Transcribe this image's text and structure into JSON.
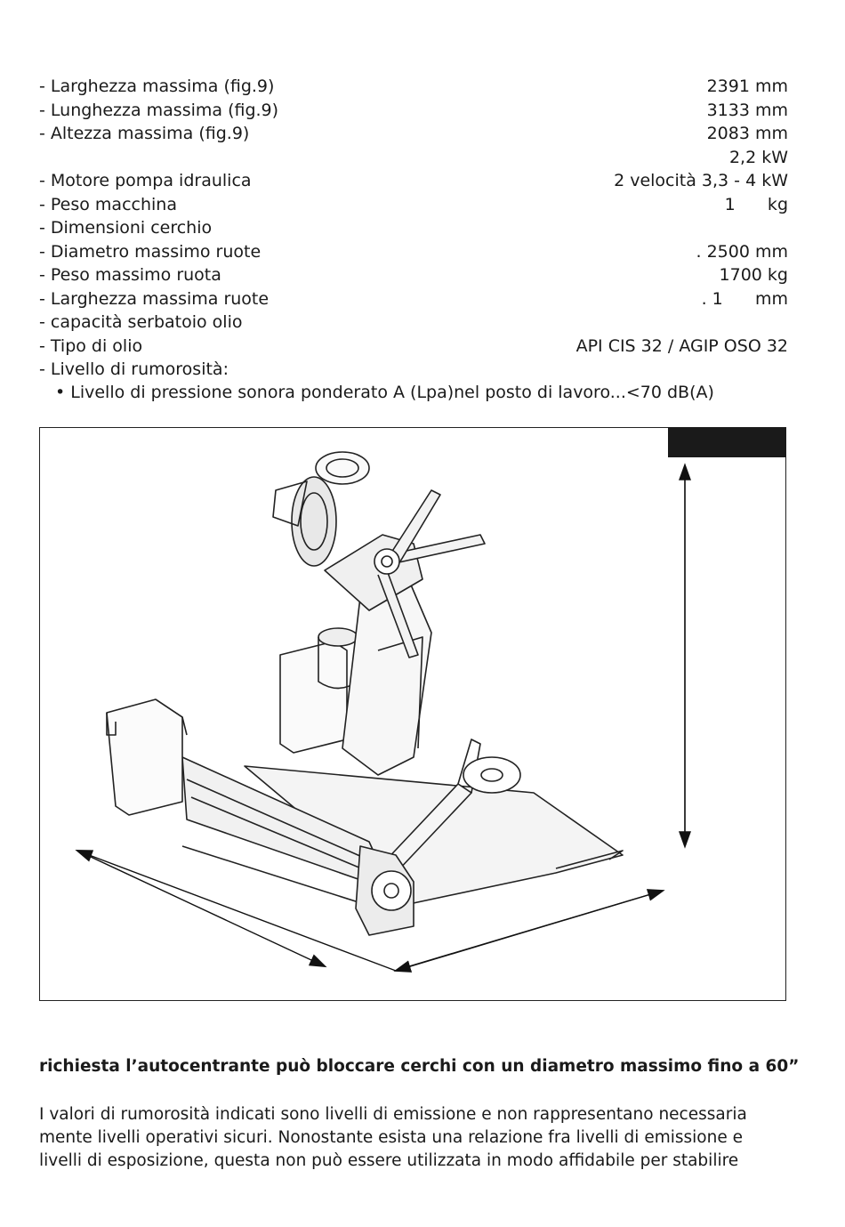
{
  "specs": [
    {
      "label": "- Larghezza massima (fig.9)",
      "value": "2391 mm"
    },
    {
      "label": "- Lunghezza massima (fig.9)",
      "value": "3133 mm"
    },
    {
      "label": "- Altezza massima (fig.9)",
      "value": "2083 mm"
    },
    {
      "label": "",
      "value": "2,2 kW"
    },
    {
      "label": "- Motore pompa idraulica",
      "value": "2 velocità 3,3 - 4 kW"
    },
    {
      "label": "- Peso macchina",
      "value": "1      kg"
    },
    {
      "label": "- Dimensioni cerchio",
      "value": ""
    },
    {
      "label": "- Diametro massimo ruote",
      "value": ". 2500 mm"
    },
    {
      "label": "- Peso massimo ruota",
      "value": "1700 kg"
    },
    {
      "label": "- Larghezza massima ruote",
      "value": ". 1      mm"
    },
    {
      "label": "- capacità serbatoio olio",
      "value": ""
    },
    {
      "label": "- Tipo di olio",
      "value": "API CIS 32 / AGIP OSO 32"
    },
    {
      "label": "- Livello di rumorosità:",
      "value": ""
    }
  ],
  "noise_bullet": "• Livello di pressione sonora ponderato A (Lpa)nel posto di lavoro...<70 dB(A)",
  "note_bold": "richiesta l’autocentrante può bloccare cerchi con un diametro massimo fino a 60”",
  "paragraph": [
    "I valori di rumorosità indicati sono livelli di emissione e non rappresentano necessaria",
    "mente livelli operativi sicuri. Nonostante esista una relazione fra livelli di emissione e",
    "livelli di esposizione, questa non può essere utilizzata in modo affidabile per stabilire"
  ]
}
